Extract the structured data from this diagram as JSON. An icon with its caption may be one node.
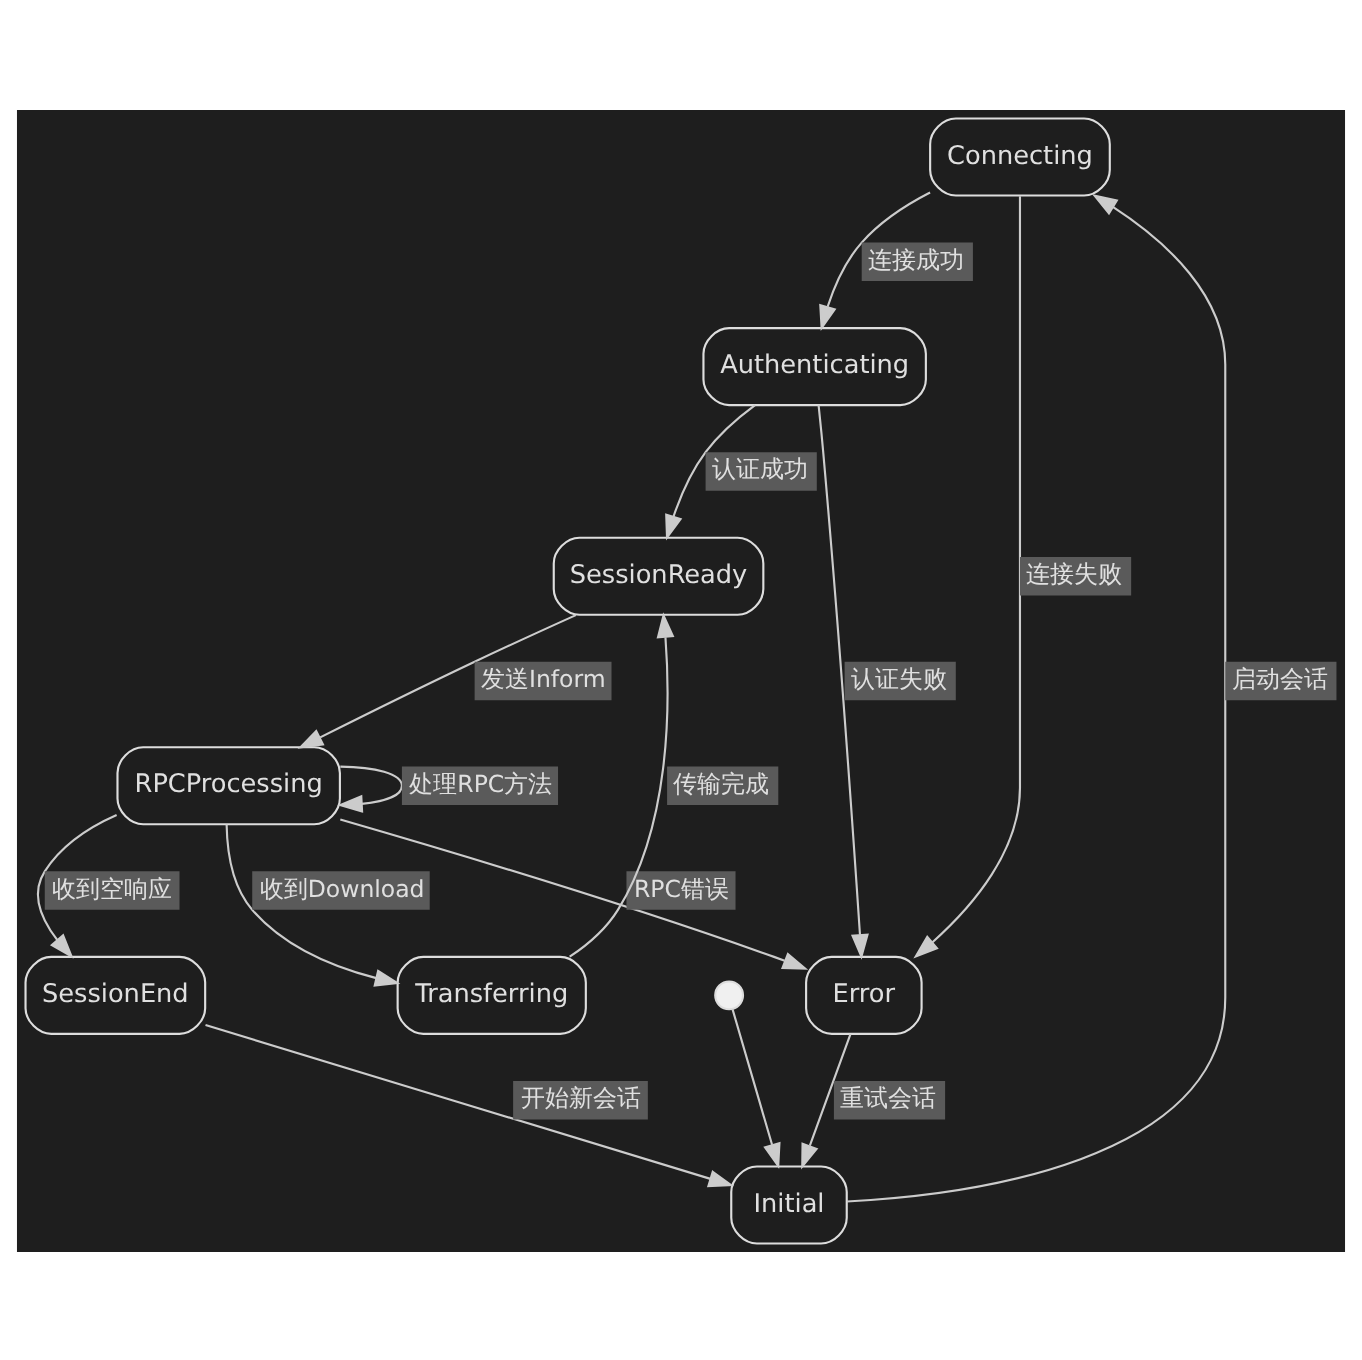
{
  "diagram": {
    "nodes": [
      {
        "text": [
          "Connecting"
        ]
      },
      {
        "text": [
          "Authenticating"
        ]
      },
      {
        "text": [
          "RPCProcessing"
        ]
      },
      {
        "text": [
          "Transferring"
        ]
      },
      {
        "text": [
          "SessionEnd"
        ]
      },
      {
        "text": [
          "Error"
        ]
      },
      {
        "text": [],
        "shape": "circle"
      },
      {
        "text": [
          "Initial"
        ]
      },
      {
        "text": [
          "SessionReady"
        ]
      }
    ],
    "edges": [
      {
        "from": 6,
        "to": 7,
        "arrow": "to"
      },
      {
        "from": 7,
        "to": 0,
        "arrow": "to",
        "label": "启动会话"
      },
      {
        "from": 0,
        "to": 1,
        "arrow": "to",
        "label": "连接成功"
      },
      {
        "from": 0,
        "to": 5,
        "arrow": "to",
        "label": "连接失败"
      },
      {
        "from": 1,
        "to": 8,
        "arrow": "to",
        "label": "认证成功"
      },
      {
        "from": 1,
        "to": 5,
        "arrow": "to",
        "label": "认证失败"
      },
      {
        "from": 8,
        "to": 2,
        "arrow": "to",
        "label": "发送Inform"
      },
      {
        "from": 2,
        "to": 2,
        "arrow": "to",
        "label": "处理RPC方法"
      },
      {
        "from": 2,
        "to": 3,
        "arrow": "to",
        "label": "收到Download"
      },
      {
        "from": 2,
        "to": 4,
        "arrow": "to",
        "label": "收到空响应"
      },
      {
        "from": 2,
        "to": 5,
        "arrow": "to",
        "label": "RPC错误"
      },
      {
        "from": 3,
        "to": 8,
        "arrow": "to",
        "label": "传输完成"
      },
      {
        "from": 4,
        "to": 7,
        "arrow": "to",
        "label": "开始新会话"
      },
      {
        "from": 5,
        "to": 7,
        "arrow": "to",
        "label": "重试会话"
      }
    ]
  }
}
